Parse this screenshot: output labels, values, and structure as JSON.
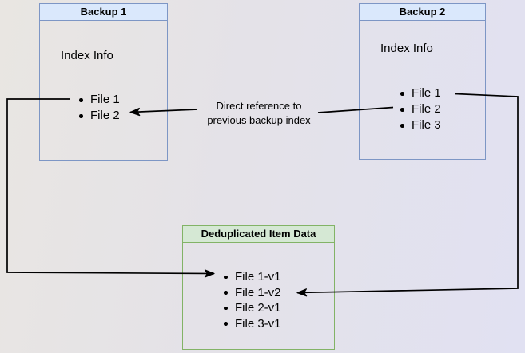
{
  "backup1": {
    "title": "Backup 1",
    "index_label": "Index Info",
    "files": [
      "File 1",
      "File 2"
    ]
  },
  "backup2": {
    "title": "Backup 2",
    "index_label": "Index Info",
    "files": [
      "File 1",
      "File 2",
      "File 3"
    ]
  },
  "dedup": {
    "title": "Deduplicated Item Data",
    "items": [
      "File 1-v1",
      "File 1-v2",
      "File 2-v1",
      "File 3-v1"
    ]
  },
  "annotation": {
    "line1": "Direct reference to",
    "line2": "previous backup index"
  },
  "colors": {
    "blue_box_fill": "#dae8fc",
    "blue_box_border": "#7d96c5",
    "green_box_fill": "#d5e8d4",
    "green_box_border": "#82b366",
    "arrow": "#000000",
    "background_left": "#e9e6e2",
    "background_right": "#e1e1f2"
  }
}
